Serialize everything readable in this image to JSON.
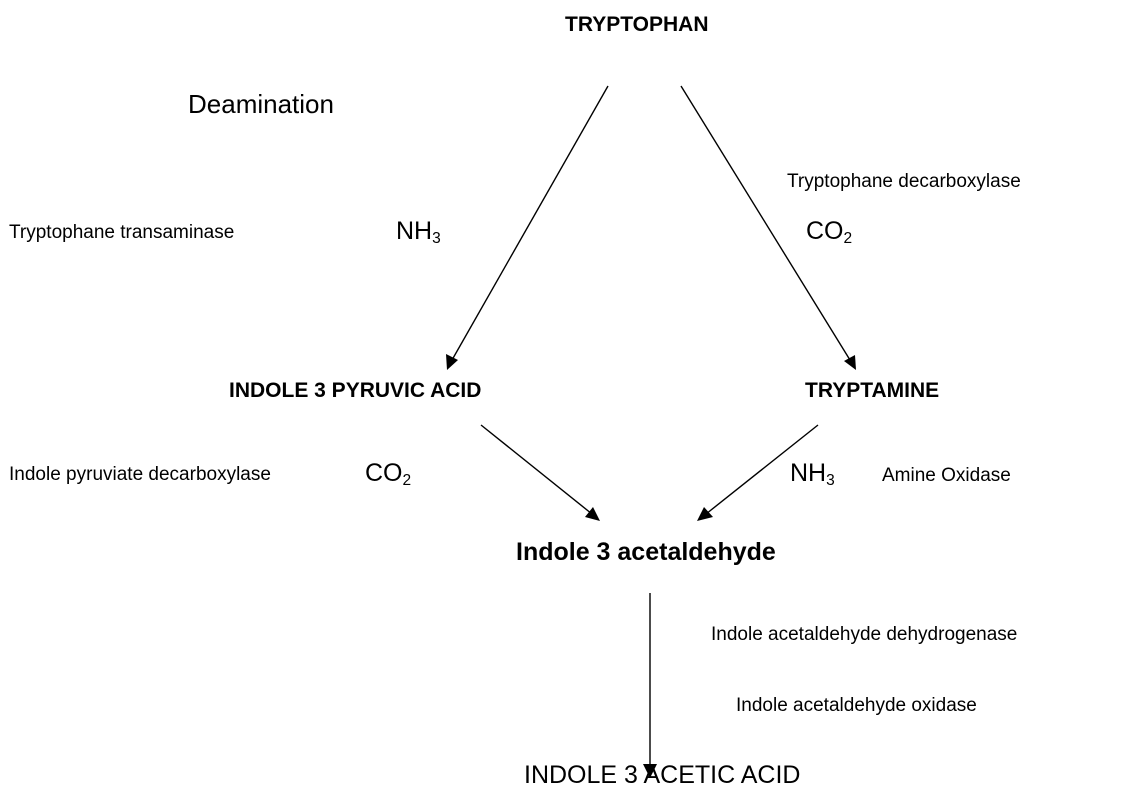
{
  "nodes": {
    "tryptophan": "TRYPTOPHAN",
    "ipa": "INDOLE 3 PYRUVIC ACID",
    "tryptamine": "TRYPTAMINE",
    "iaald": "Indole 3 acetaldehyde",
    "iaa": "INDOLE 3 ACETIC ACID"
  },
  "labels": {
    "deamination": "Deamination",
    "tryptophane_transaminase": "Tryptophane transaminase",
    "nh3_left": {
      "base": "NH",
      "sub": "3"
    },
    "tryptophane_decarboxylase": "Tryptophane decarboxylase",
    "co2_right": {
      "base": "CO",
      "sub": "2"
    },
    "indole_pyruviate_decarboxylase": "Indole pyruviate decarboxylase",
    "co2_left": {
      "base": "CO",
      "sub": "2"
    },
    "nh3_right": {
      "base": "NH",
      "sub": "3"
    },
    "amine_oxidase": "Amine Oxidase",
    "dehydrogenase": "Indole acetaldehyde dehydrogenase",
    "oxidase": "Indole acetaldehyde oxidase"
  }
}
